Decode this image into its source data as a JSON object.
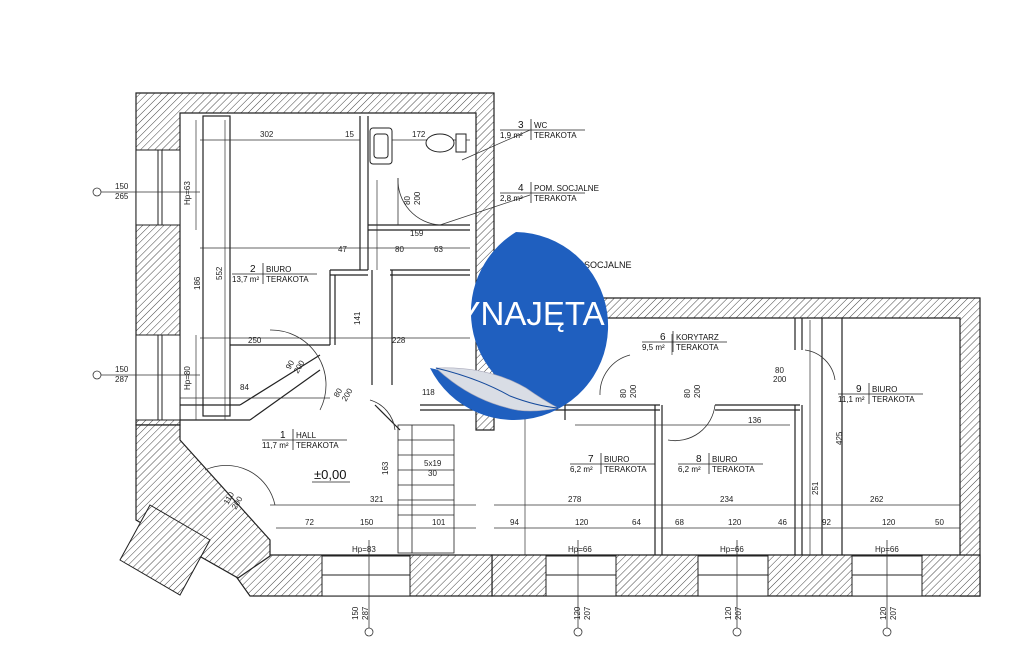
{
  "rooms": [
    {
      "num": "1",
      "name": "HALL",
      "area": "11,7 m²",
      "floor": "TERAKOTA"
    },
    {
      "num": "2",
      "name": "BIURO",
      "area": "13,7 m²",
      "floor": "TERAKOTA"
    },
    {
      "num": "3",
      "name": "WC",
      "area": "1,9 m²",
      "floor": "TERAKOTA"
    },
    {
      "num": "4",
      "name": "POM. SOCJALNE",
      "area": "2,8 m²",
      "floor": "TERAKOTA"
    },
    {
      "num": "6",
      "name": "KORYTARZ",
      "area": "9,5 m²",
      "floor": "TERAKOTA"
    },
    {
      "num": "7",
      "name": "BIURO",
      "area": "6,2 m²",
      "floor": "TERAKOTA"
    },
    {
      "num": "8",
      "name": "BIURO",
      "area": "6,2 m²",
      "floor": "TERAKOTA"
    },
    {
      "num": "9",
      "name": "BIURO",
      "area": "11,1 m²",
      "floor": "TERAKOTA"
    }
  ],
  "partial_label": "SOCJALNE",
  "level_mark": "±0,00",
  "stairs": {
    "spec": "5x19",
    "run": "30"
  },
  "windows": [
    {
      "w": "150",
      "h": "265"
    },
    {
      "w": "150",
      "h": "287"
    },
    {
      "w": "150",
      "h": "287"
    },
    {
      "w": "120",
      "h": "207"
    },
    {
      "w": "120",
      "h": "207"
    },
    {
      "w": "120",
      "h": "207"
    }
  ],
  "sill_heights": [
    "Hp=63",
    "Hp=80",
    "Hp=83",
    "Hp=66",
    "Hp=66",
    "Hp=66"
  ],
  "doors": [
    {
      "w": "80",
      "h": "200"
    },
    {
      "w": "90",
      "h": "200"
    },
    {
      "w": "80",
      "h": "200"
    },
    {
      "w": "110",
      "h": "200"
    },
    {
      "w": "80",
      "h": "200"
    },
    {
      "w": "80",
      "h": "200"
    },
    {
      "w": "80",
      "h": "200"
    }
  ],
  "dimensions": {
    "room2_top": "302",
    "wc_top": "172",
    "hall_bottom": "321",
    "room7_bottom": "278",
    "room8_bottom": "234",
    "room9_bottom": "262",
    "wall_a": "15",
    "wall_b": "47",
    "wall_c": "80",
    "wall_d": "63",
    "bottom_row": [
      "72",
      "150",
      "101",
      "94",
      "120",
      "64",
      "68",
      "120",
      "46",
      "92",
      "120",
      "50"
    ],
    "side": [
      "552",
      "186",
      "141",
      "163",
      "425",
      "251",
      "159",
      "136",
      "118",
      "250",
      "228",
      "84"
    ]
  },
  "stamp_text": "WYNAJĘTA",
  "colors": {
    "stamp": "#1f5fbf",
    "stamp_dark": "#154a9c",
    "wall": "#333333"
  }
}
